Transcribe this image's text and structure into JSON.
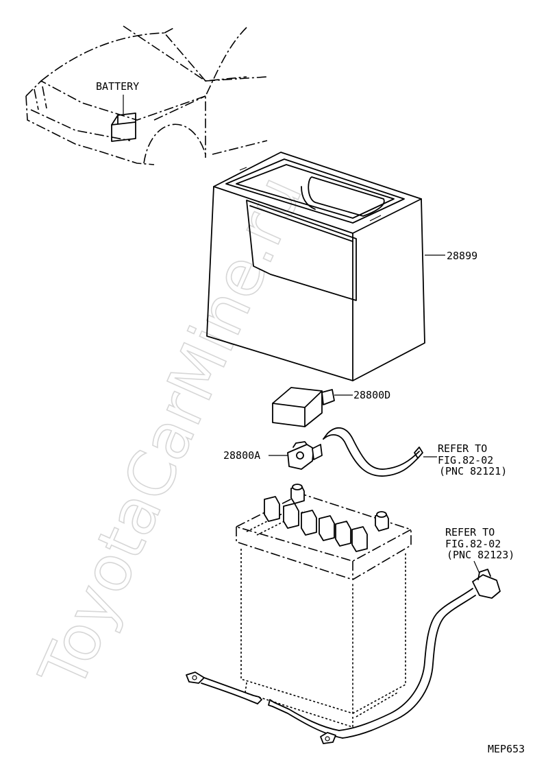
{
  "labels": {
    "battery_location": "BATTERY",
    "tray_part": "28899",
    "cover_part": "28800D",
    "clamp_part": "28800A",
    "refer1_line1": "REFER TO",
    "refer1_line2": "FIG.82-02",
    "refer1_line3": "(PNC 82121)",
    "refer2_line1": "REFER TO",
    "refer2_line2": "FIG.82-02",
    "refer2_line3": "(PNC 82123)",
    "figure_code": "MEP653"
  },
  "watermark": "ToyotaCarMine.ru"
}
